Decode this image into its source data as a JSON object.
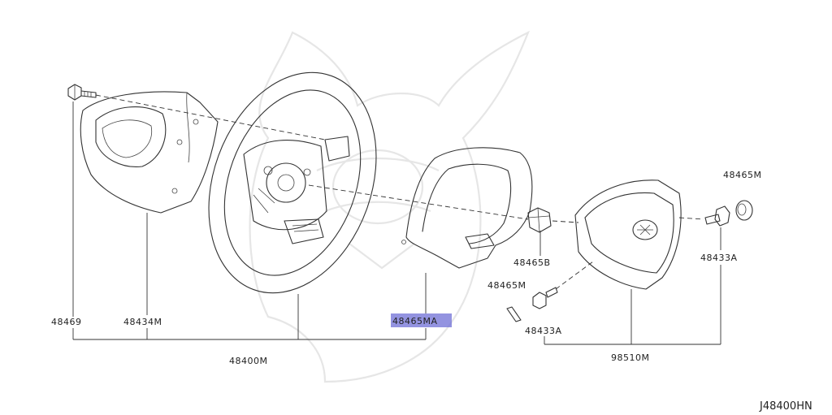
{
  "diagram_code": "J48400HN",
  "highlight_color": "#6f6fd6",
  "labels": {
    "l_48469": "48469",
    "l_48434M": "48434M",
    "l_48400M": "48400M",
    "l_48465MA": "48465MA",
    "l_48465B": "48465B",
    "l_48465M_mid": "48465M",
    "l_48433A_mid": "48433A",
    "l_98510M": "98510M",
    "l_48465M_right": "48465M",
    "l_48433A_right": "48433A"
  },
  "highlighted_part": "48465MA"
}
